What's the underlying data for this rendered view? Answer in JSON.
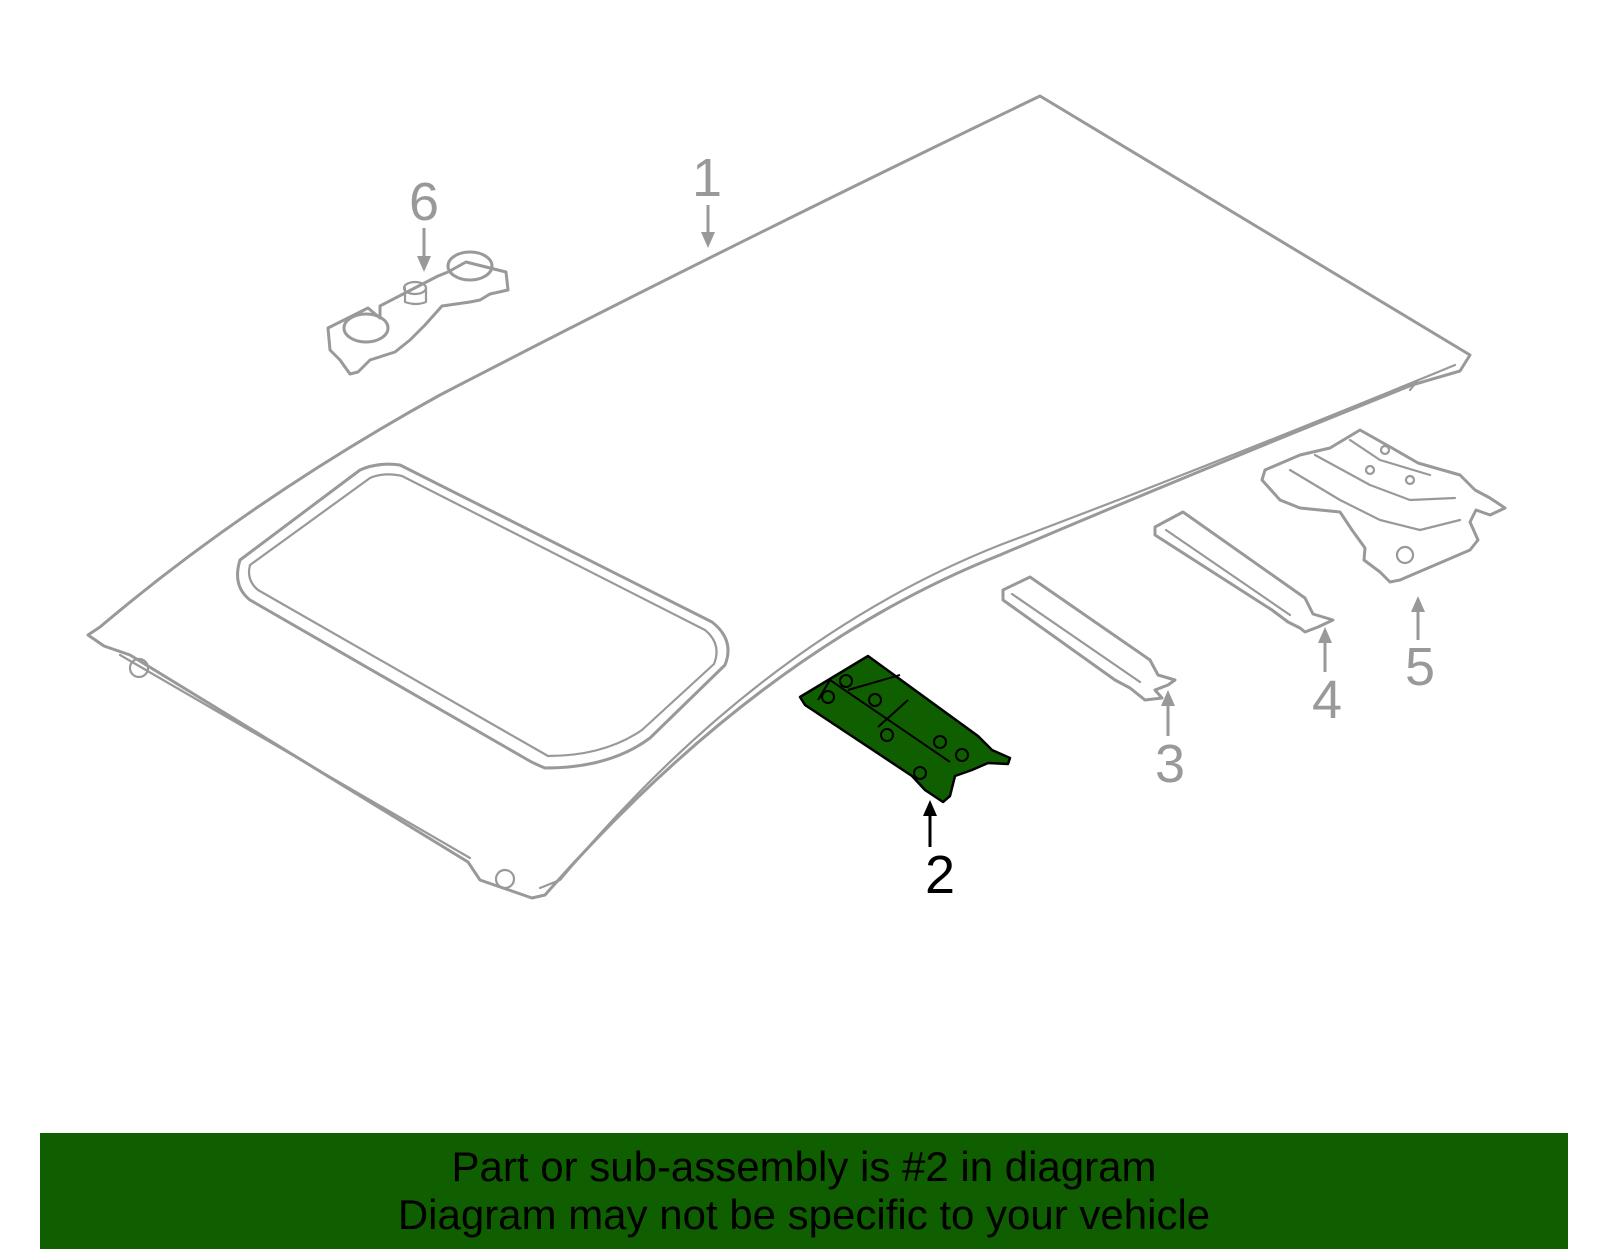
{
  "diagram": {
    "highlight_color": "#0f5f00",
    "line_color": "#999999",
    "callouts": [
      {
        "id": "1",
        "label": "1",
        "highlighted": false
      },
      {
        "id": "2",
        "label": "2",
        "highlighted": true
      },
      {
        "id": "3",
        "label": "3",
        "highlighted": false
      },
      {
        "id": "4",
        "label": "4",
        "highlighted": false
      },
      {
        "id": "5",
        "label": "5",
        "highlighted": false
      },
      {
        "id": "6",
        "label": "6",
        "highlighted": false
      }
    ]
  },
  "banner": {
    "background": "#0f5f00",
    "line1": "Part or sub-assembly is #2 in diagram",
    "line2": "Diagram may not be specific to your vehicle"
  }
}
